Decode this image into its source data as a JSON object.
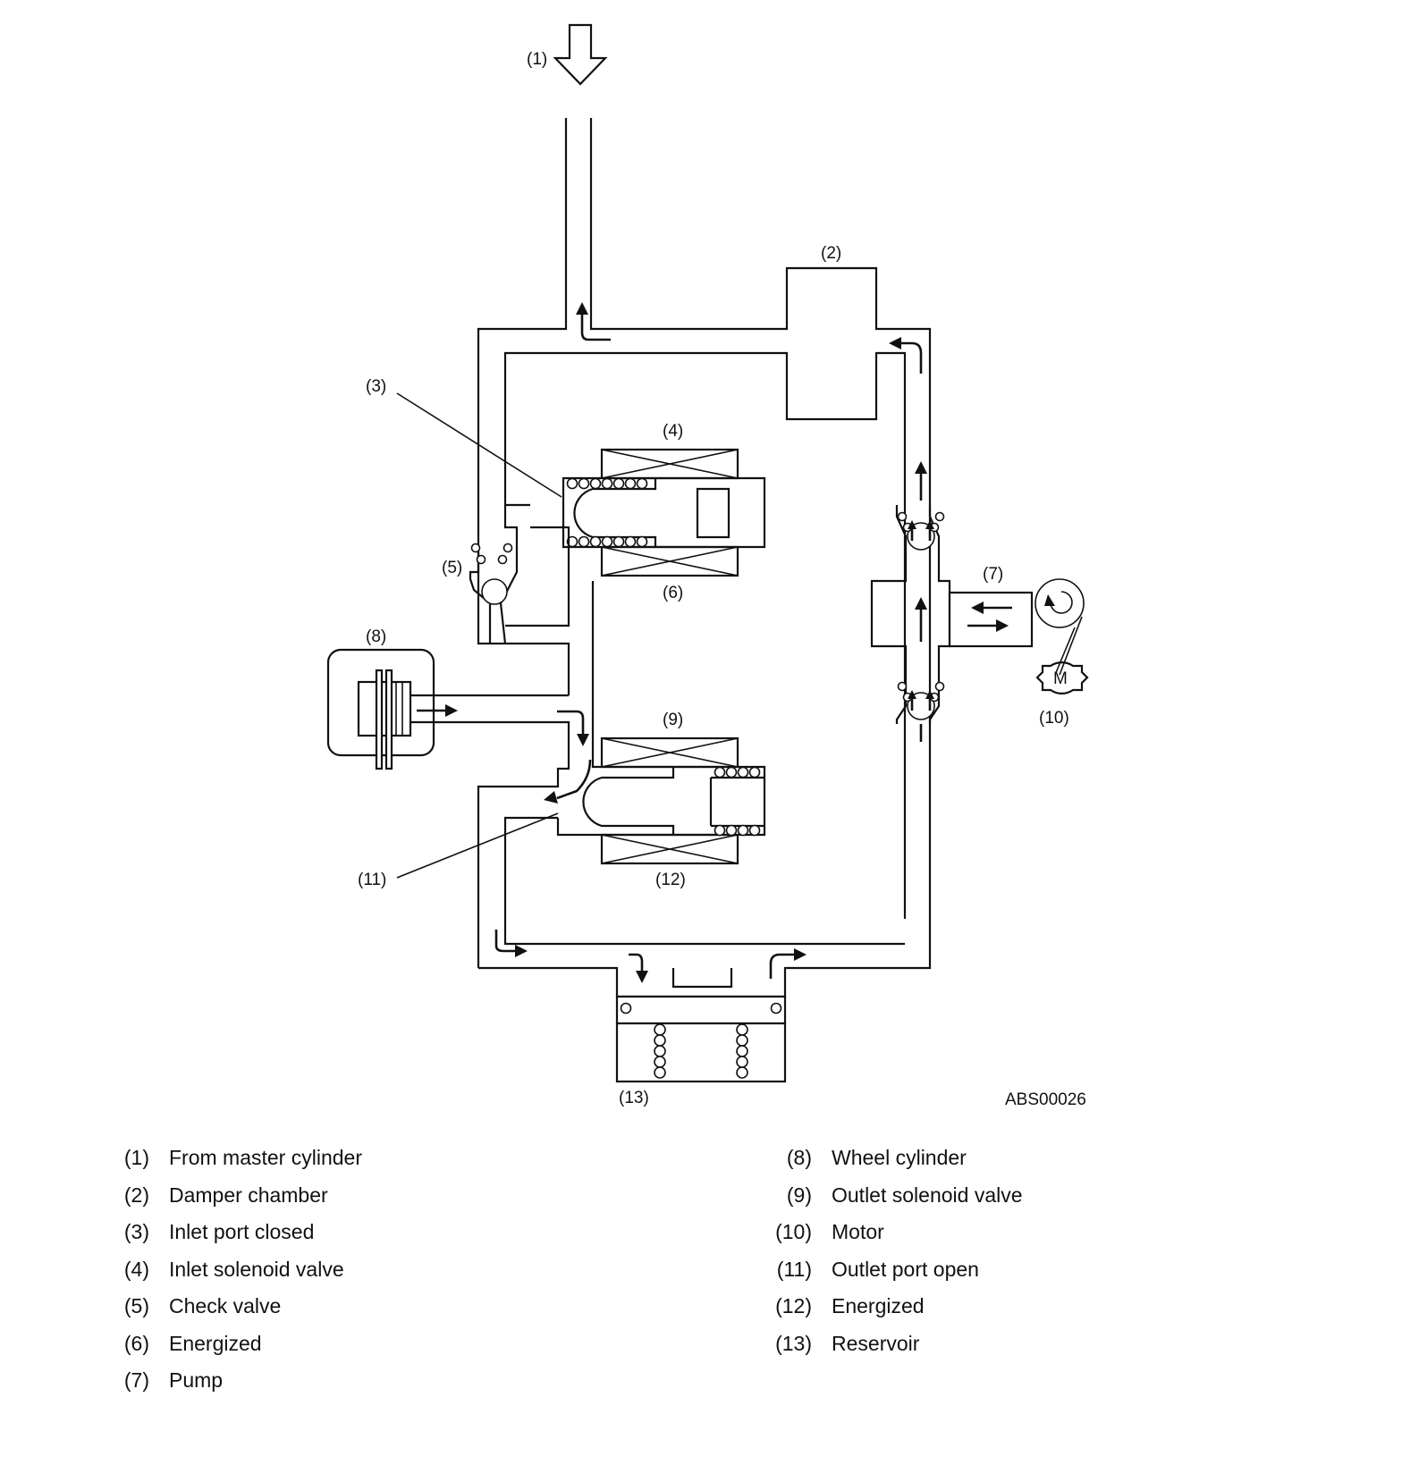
{
  "diagram": {
    "callouts": {
      "c1": "(1)",
      "c2": "(2)",
      "c3": "(3)",
      "c4": "(4)",
      "c5": "(5)",
      "c6": "(6)",
      "c7": "(7)",
      "c8": "(8)",
      "c9": "(9)",
      "c10": "(10)",
      "c11": "(11)",
      "c12": "(12)",
      "c13": "(13)"
    },
    "motor_letter": "M",
    "figure_code": "ABS00026"
  },
  "legend": {
    "left": [
      {
        "num": "(1)",
        "label": "From master cylinder"
      },
      {
        "num": "(2)",
        "label": "Damper chamber"
      },
      {
        "num": "(3)",
        "label": "Inlet port closed"
      },
      {
        "num": "(4)",
        "label": "Inlet solenoid valve"
      },
      {
        "num": "(5)",
        "label": "Check valve"
      },
      {
        "num": "(6)",
        "label": "Energized"
      },
      {
        "num": "(7)",
        "label": "Pump"
      }
    ],
    "right": [
      {
        "num": "(8)",
        "label": "Wheel cylinder"
      },
      {
        "num": "(9)",
        "label": "Outlet solenoid valve"
      },
      {
        "num": "(10)",
        "label": "Motor"
      },
      {
        "num": "(11)",
        "label": "Outlet port open"
      },
      {
        "num": "(12)",
        "label": "Energized"
      },
      {
        "num": "(13)",
        "label": "Reservoir"
      }
    ]
  }
}
